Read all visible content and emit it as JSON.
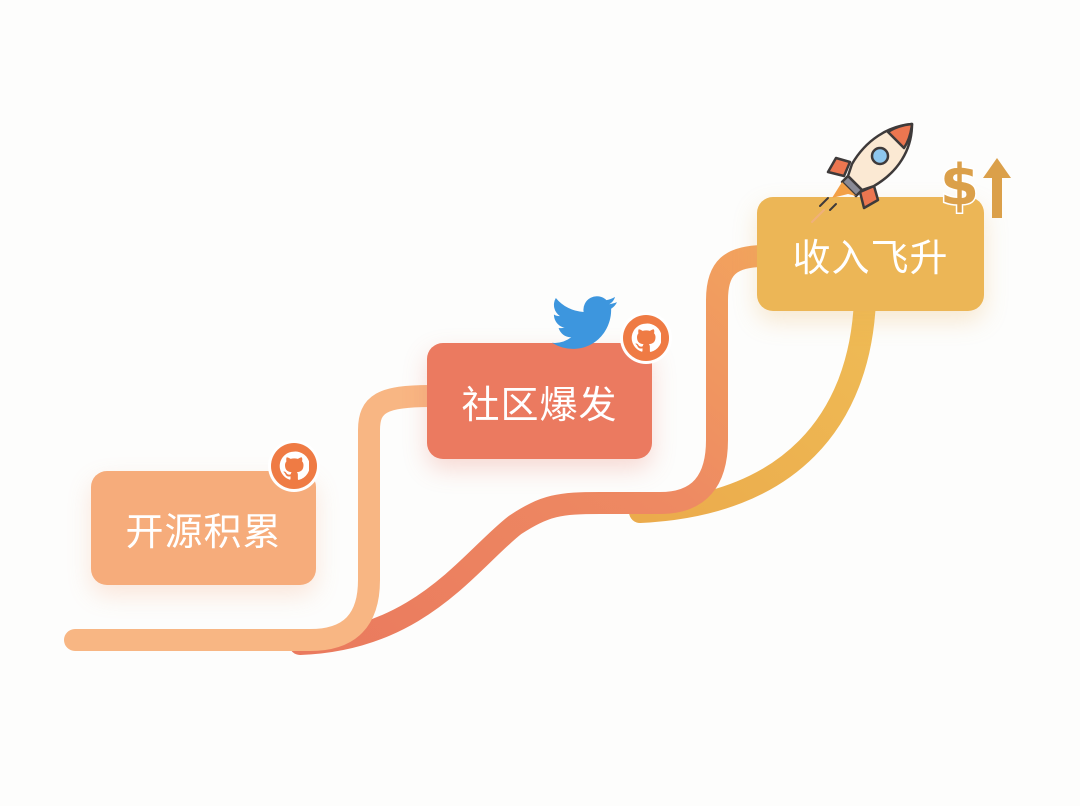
{
  "diagram": {
    "type": "growth-staircase",
    "stages": [
      {
        "label": "开源积累",
        "color": "#f6ac7b",
        "icons": [
          "github-icon"
        ]
      },
      {
        "label": "社区爆发",
        "color": "#eb7a60",
        "icons": [
          "twitter-icon",
          "github-icon"
        ]
      },
      {
        "label": "收入飞升",
        "color": "#ecb656",
        "icons": [
          "rocket-icon",
          "dollar-up-icon"
        ]
      }
    ],
    "path_colors": {
      "start": "#f8b683",
      "middle": "#ec7e62",
      "end": "#ecb24e"
    },
    "icon_colors": {
      "github": "#ef7b44",
      "twitter": "#3d96de",
      "dollar": "#dba04a"
    },
    "dollar_symbol": "$"
  }
}
